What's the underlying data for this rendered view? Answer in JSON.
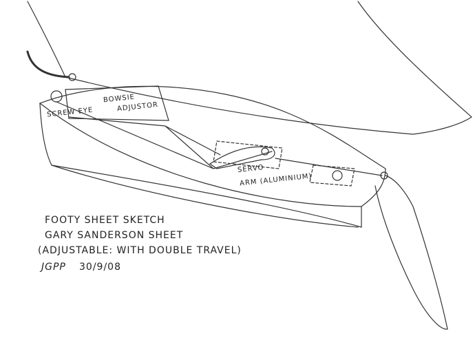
{
  "labels": {
    "screw_eye": "SCREW EYE",
    "bowsie_adjustor_line1": "BOWSIE",
    "bowsie_adjustor_line2": "ADJUSTOR",
    "servo_line1": "SERVO",
    "servo_line2": "ARM (ALUMINIUM)"
  },
  "notes": {
    "title": "FOOTY SHEET SKETCH",
    "subtitle": "GARY SANDERSON SHEET",
    "description": "(ADJUSTABLE: WITH DOUBLE TRAVEL)",
    "date": "30/9/08",
    "signature": "JGPP"
  }
}
